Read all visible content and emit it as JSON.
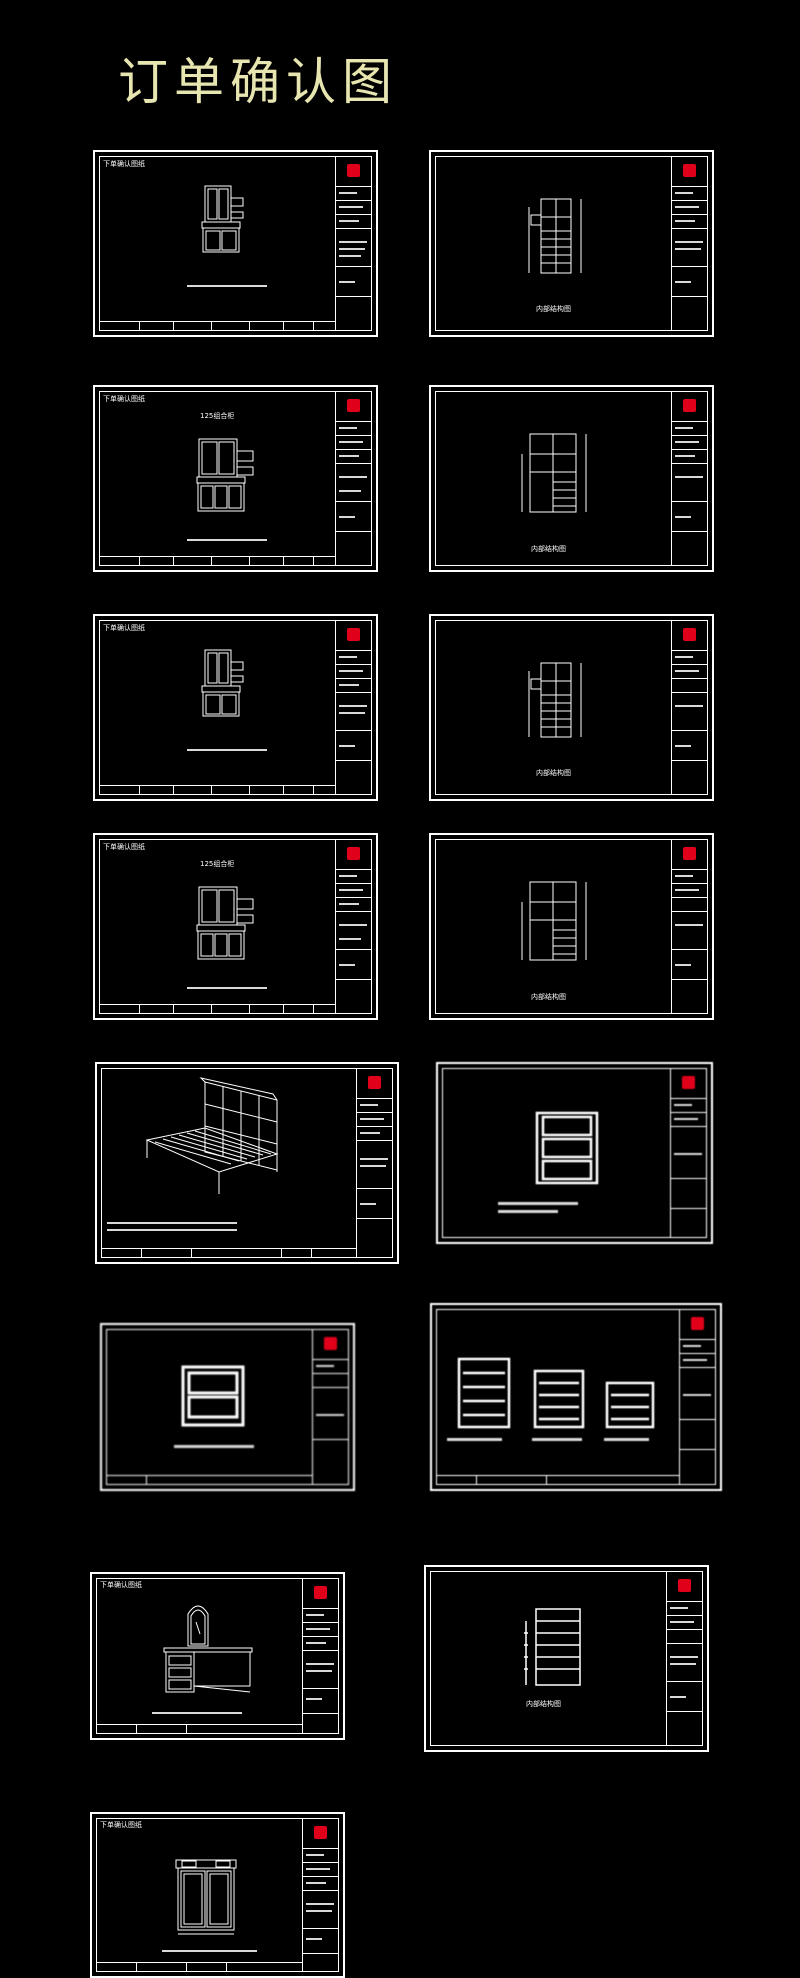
{
  "page": {
    "title": "订单确认图"
  },
  "sheets": {
    "s1": {
      "header": "下单确认图纸",
      "subtitle": "",
      "caption": ""
    },
    "s2": {
      "header": "",
      "subtitle": "",
      "caption": "内部结构图"
    },
    "s3": {
      "header": "下单确认图纸",
      "subtitle": "125组合柜",
      "caption": ""
    },
    "s4": {
      "header": "",
      "subtitle": "",
      "caption": "内部结构图"
    },
    "s5": {
      "header": "下单确认图纸",
      "subtitle": "",
      "caption": ""
    },
    "s6": {
      "header": "",
      "subtitle": "",
      "caption": "内部结构图"
    },
    "s7": {
      "header": "下单确认图纸",
      "subtitle": "125组合柜",
      "caption": ""
    },
    "s8": {
      "header": "",
      "subtitle": "",
      "caption": "内部结构图"
    },
    "s9": {
      "header": "",
      "subtitle": "",
      "caption": ""
    },
    "s10": {
      "header": "",
      "subtitle": "",
      "caption": ""
    },
    "s11": {
      "header": "",
      "subtitle": "",
      "caption": ""
    },
    "s12": {
      "header": "",
      "subtitle": "",
      "caption": ""
    },
    "s13": {
      "header": "下单确认图纸",
      "subtitle": "",
      "caption": ""
    },
    "s14": {
      "header": "",
      "subtitle": "",
      "caption": "内部结构图"
    },
    "s15": {
      "header": "下单确认图纸",
      "subtitle": "",
      "caption": ""
    }
  },
  "colors": {
    "background": "#000000",
    "lines": "#ffffff",
    "title": "#e8e6b0",
    "logo": "#e0001a"
  }
}
